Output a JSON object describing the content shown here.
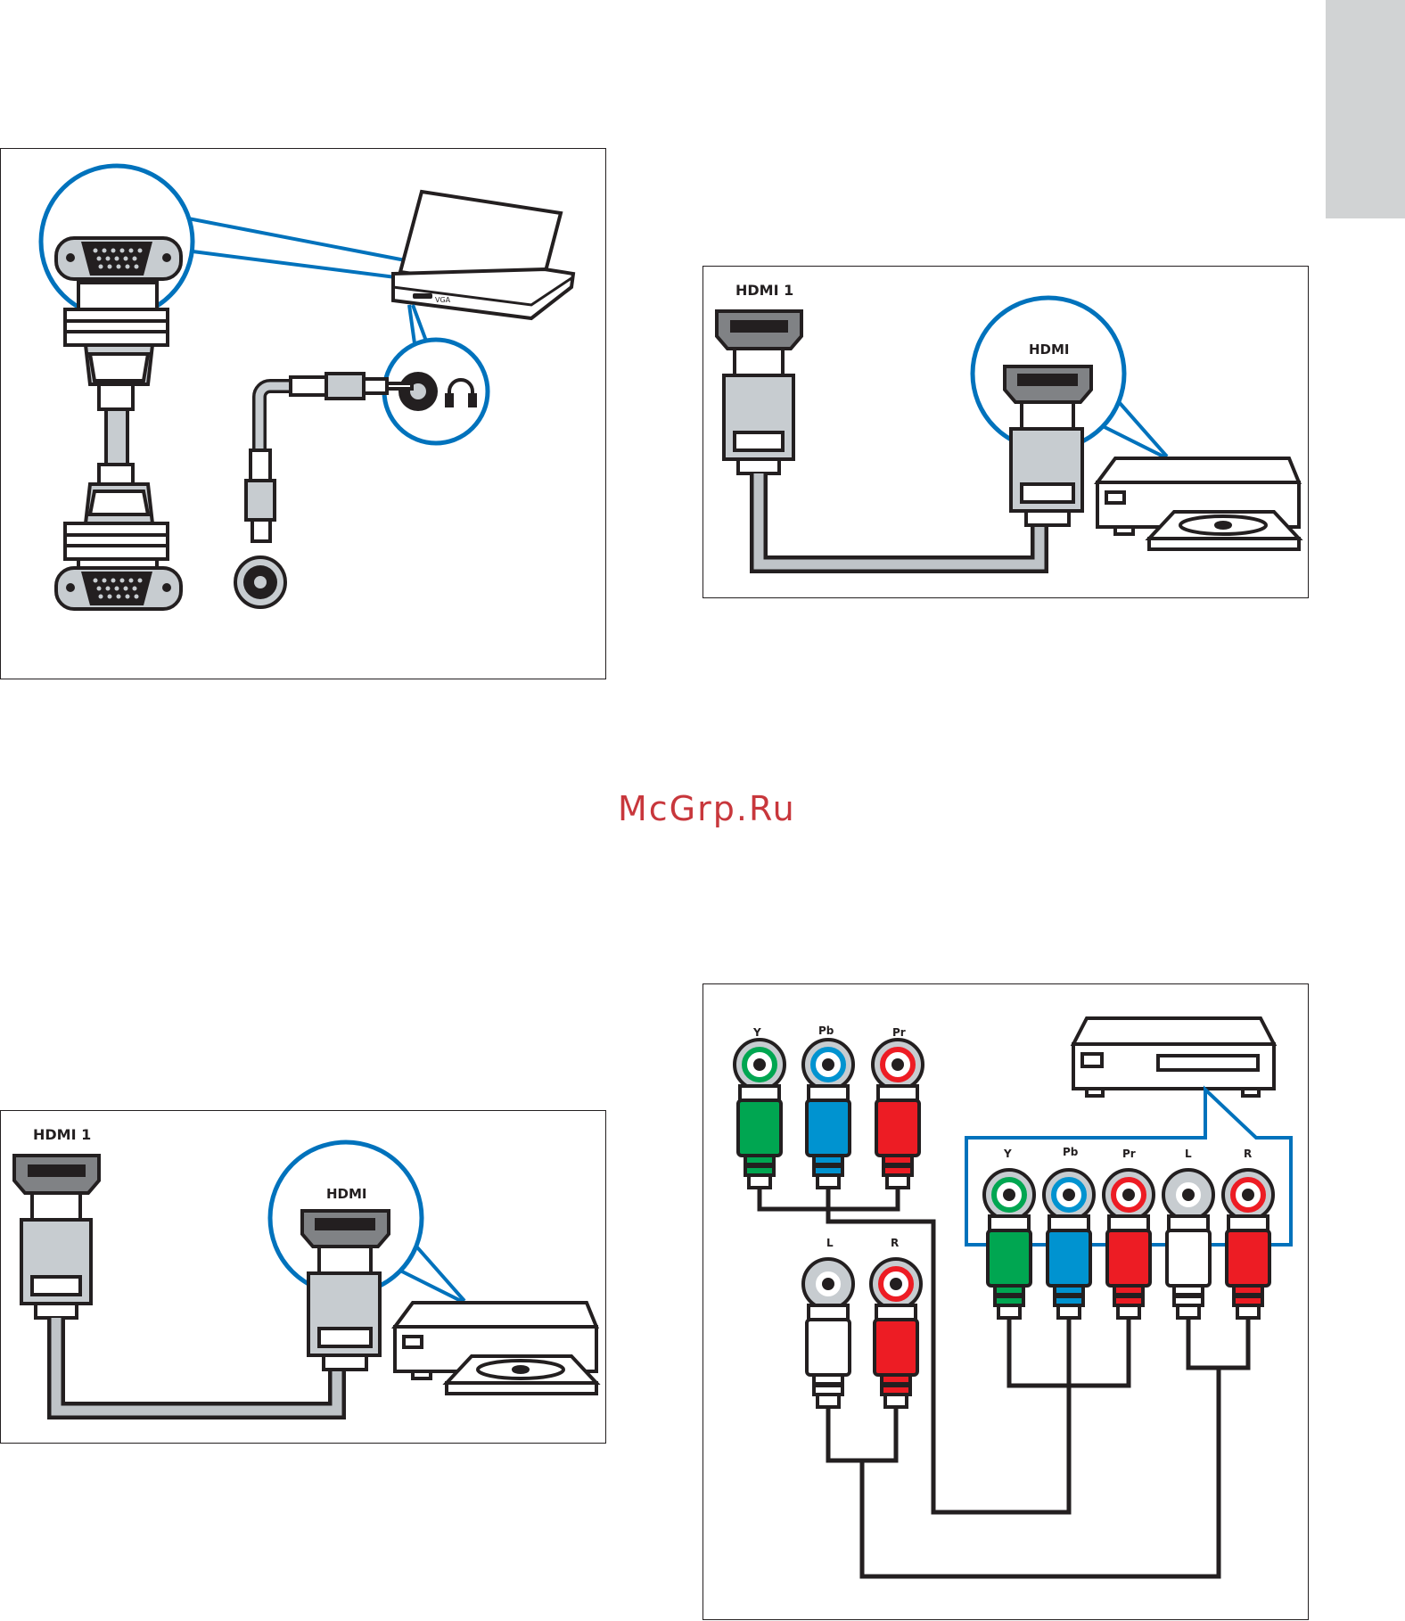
{
  "watermark": "McGrp.Ru",
  "panel_vga": {
    "laptop_port_labels": [
      "VGA"
    ]
  },
  "panel_hdmi_top": {
    "tv_port_label": "HDMI 1",
    "device_port_label": "HDMI"
  },
  "panel_hdmi_bottom": {
    "tv_port_label": "HDMI 1",
    "device_port_label": "HDMI"
  },
  "panel_component": {
    "tv_video_labels": [
      "Y",
      "Pb",
      "Pr"
    ],
    "tv_audio_labels": [
      "L",
      "R"
    ],
    "device_labels": [
      "Y",
      "Pb",
      "Pr",
      "L",
      "R"
    ]
  },
  "colors": {
    "highlight": "#0072bc",
    "green": "#00a651",
    "blue": "#0093d0",
    "red": "#ed1c24",
    "plug_gray": "#c7ccd0",
    "cable_gray": "#bfc4c8"
  }
}
